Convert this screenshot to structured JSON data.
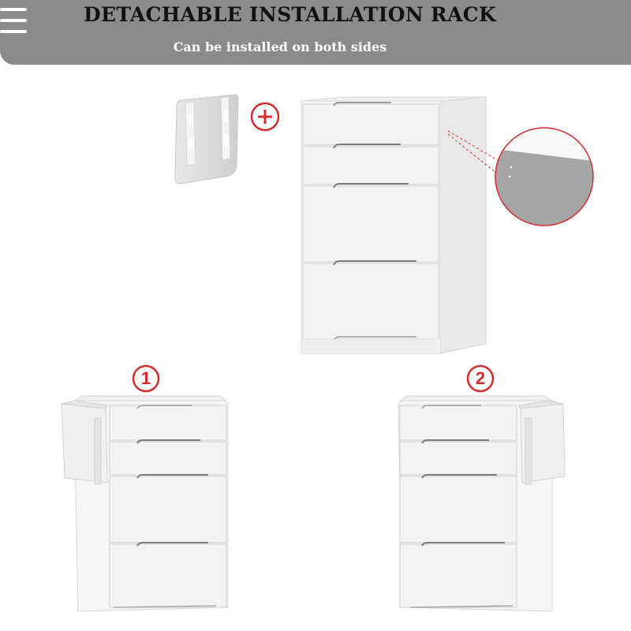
{
  "banner": {
    "title": "DETACHABLE INSTALLATION RACK",
    "subtitle": "Can be installed on both sides",
    "background_color": "#8c8b8b"
  },
  "menu": {
    "icon": "hamburger-menu-icon"
  },
  "rack_accessory": {
    "add_symbol": "+",
    "accent_color": "#d42d2d"
  },
  "steps": [
    {
      "label": "1"
    },
    {
      "label": "2"
    }
  ],
  "colors": {
    "cabinet_white": "#f4f4f4",
    "cabinet_shadow": "#dcdcdc",
    "accent_red": "#d42d2d"
  }
}
